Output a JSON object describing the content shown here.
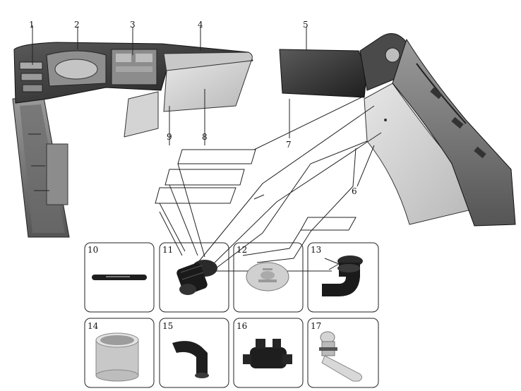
{
  "callouts": [
    {
      "id": "1",
      "label": "1"
    },
    {
      "id": "2",
      "label": "2"
    },
    {
      "id": "3",
      "label": "3"
    },
    {
      "id": "4",
      "label": "4"
    },
    {
      "id": "5",
      "label": "5"
    },
    {
      "id": "6",
      "label": "6"
    },
    {
      "id": "7",
      "label": "7"
    },
    {
      "id": "8",
      "label": "8"
    },
    {
      "id": "9",
      "label": "9"
    }
  ],
  "parts": [
    {
      "label": "10",
      "depicts": "gasket-strip"
    },
    {
      "label": "11",
      "depicts": "threaded-connector"
    },
    {
      "label": "12",
      "depicts": "round-cover-plate"
    },
    {
      "label": "13",
      "depicts": "elbow-fitting"
    },
    {
      "label": "14",
      "depicts": "cylindrical-sleeve"
    },
    {
      "label": "15",
      "depicts": "pipe-elbow"
    },
    {
      "label": "16",
      "depicts": "valve-body"
    },
    {
      "label": "17",
      "depicts": "latch-lever"
    }
  ],
  "colors": {
    "line": "#222222",
    "panel_dark": "#3a3a3a",
    "panel_mid": "#8a8a8a",
    "panel_light": "#d6d6d6"
  }
}
